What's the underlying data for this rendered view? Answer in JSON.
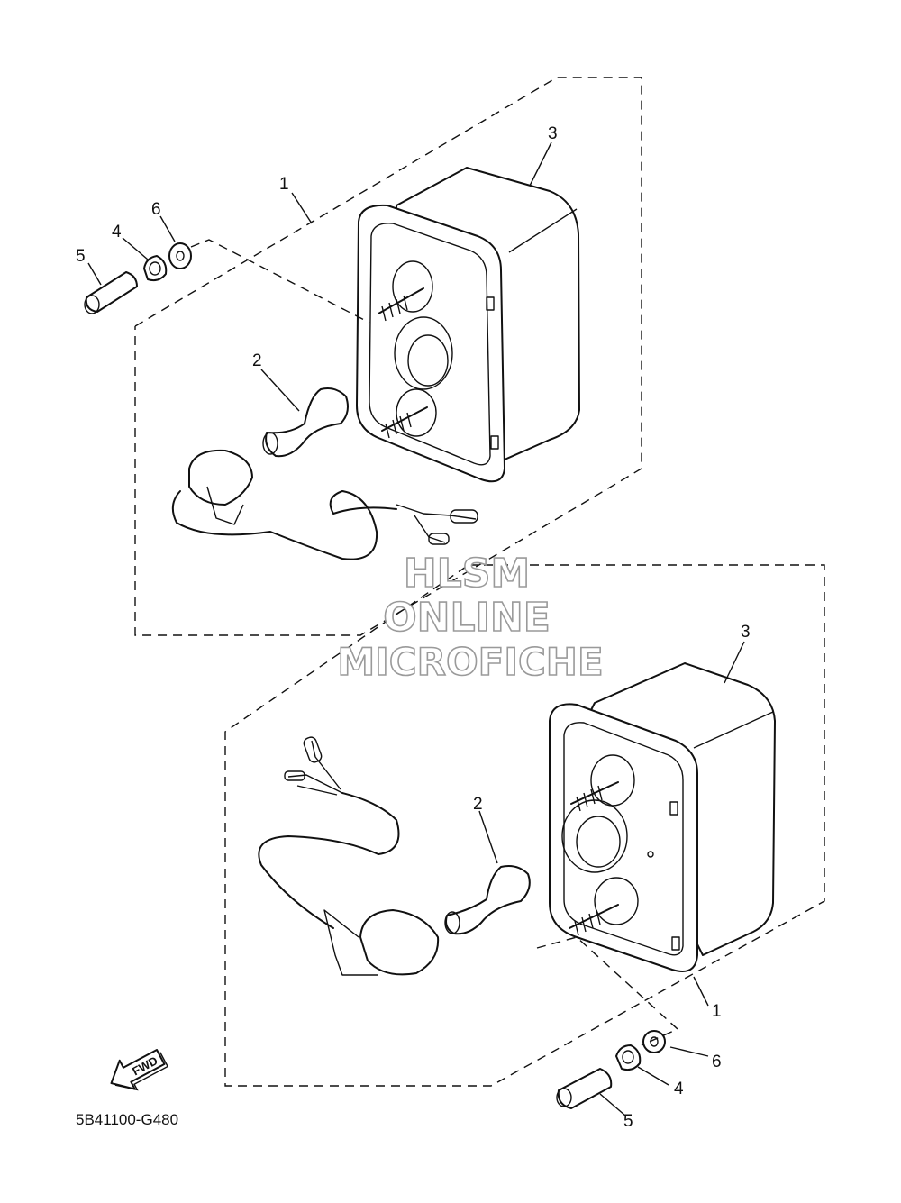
{
  "diagram": {
    "drawing_code": "5B41100-G480",
    "callouts": {
      "upper": [
        "1",
        "2",
        "3",
        "4",
        "5",
        "6"
      ],
      "lower": [
        "1",
        "2",
        "3",
        "4",
        "5",
        "6"
      ]
    },
    "fwd_label": "FWD",
    "watermark": [
      "HLSM",
      "ONLINE",
      "MICROFICHE"
    ]
  }
}
